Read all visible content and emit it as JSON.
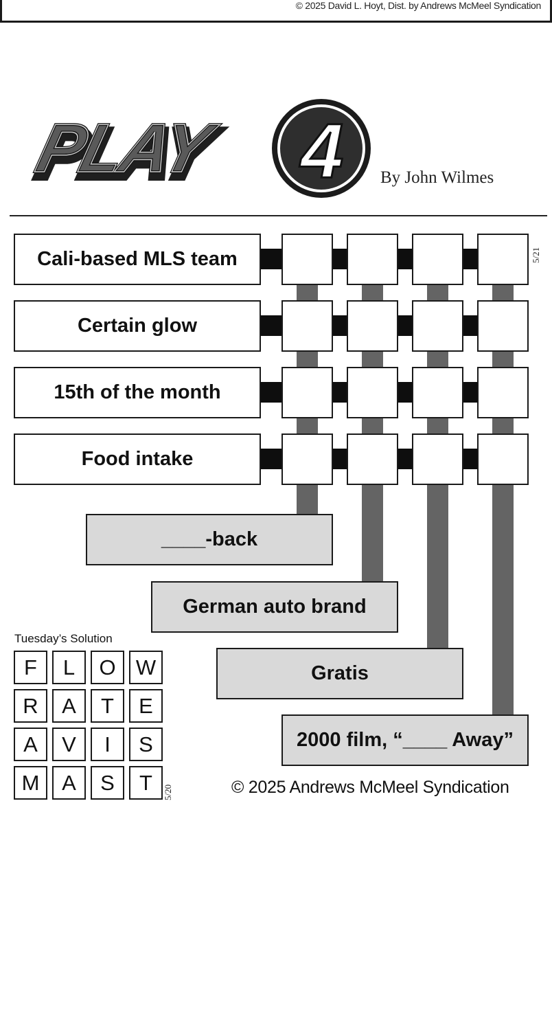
{
  "previous_strip": {
    "copyright": "© 2025 David L. Hoyt, Dist. by Andrews McMeel Syndication"
  },
  "header": {
    "logo_text": "PLAY",
    "logo_numeral": "4",
    "byline": "By John Wilmes"
  },
  "puzzle": {
    "date_tag": "5/21",
    "across_clues": [
      "Cali-based MLS team",
      "Certain glow",
      "15th of the month",
      "Food intake"
    ],
    "down_clues": [
      "____-back",
      "German auto brand",
      "Gratis",
      "2000 film, “____ Away”"
    ],
    "grid_rows": 4,
    "grid_cols": 4
  },
  "previous_solution": {
    "title": "Tuesday’s Solution",
    "date_tag": "5/20",
    "rows": [
      [
        "F",
        "L",
        "O",
        "W"
      ],
      [
        "R",
        "A",
        "T",
        "E"
      ],
      [
        "A",
        "V",
        "I",
        "S"
      ],
      [
        "M",
        "A",
        "S",
        "T"
      ]
    ]
  },
  "footer": {
    "copyright": "© 2025 Andrews McMeel Syndication"
  },
  "colors": {
    "across_box": "#ffffff",
    "down_box": "#d9d9d9",
    "horizontal_bar": "#0e0e0e",
    "vertical_bar": "#646464"
  }
}
